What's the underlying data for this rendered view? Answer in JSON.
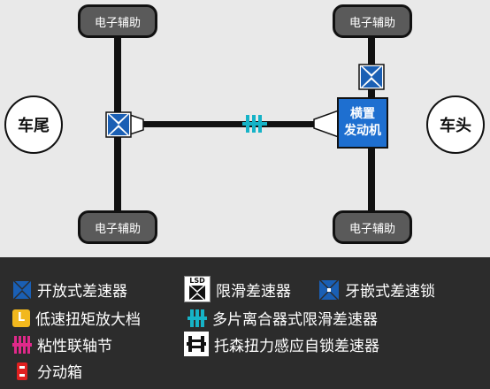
{
  "wheels": {
    "rear_left": "电子辅助",
    "front_left": "电子辅助",
    "rear_right": "电子辅助",
    "front_right": "电子辅助"
  },
  "ends": {
    "rear": "车尾",
    "front": "车头"
  },
  "engine": {
    "line1": "横置",
    "line2": "发动机"
  },
  "legend": {
    "open_diff": "开放式差速器",
    "lsd": "限滑差速器",
    "lsd_icon_text": "LSD",
    "locking_diff": "牙嵌式差速锁",
    "low_range": "低速扭矩放大档",
    "low_range_icon_text": "L",
    "multi_plate": "多片离合器式限滑差速器",
    "viscous": "粘性联轴节",
    "torsen": "托森扭力感应自锁差速器",
    "transfer_case": "分动箱"
  },
  "colors": {
    "diagram_bg": "#e9e9e9",
    "legend_bg": "#2c2c2c",
    "wheel_fill": "#5a5a5a",
    "engine_blue": "#1e6fd0",
    "diff_blue": "#1a5fb4",
    "clutch_cyan": "#16b3c7",
    "viscous_pink": "#e0298a",
    "transfer_red": "#e02020",
    "low_range_yellow": "#f2b81e"
  }
}
